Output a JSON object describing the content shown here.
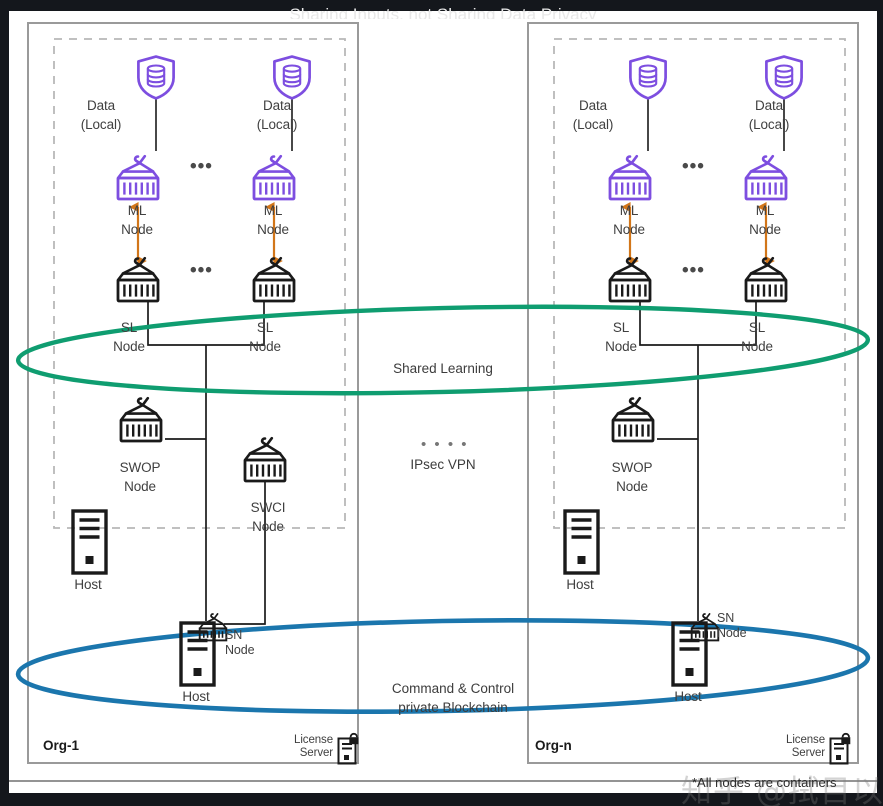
{
  "diagram": {
    "title_partial": "Sharing Inputs, not Sharing Data Privacy",
    "footnote": "*All nodes are containers",
    "watermark": "知乎 @拭目以待",
    "colors": {
      "purple": "#7d4ee0",
      "black": "#1a1a1a",
      "orange": "#d2761a",
      "green": "#0f9d70",
      "blue": "#1b76ad",
      "gray_border": "#9a9a9a",
      "dashed_border": "#b8b8b8",
      "text": "#404040",
      "page_bg": "#ffffff",
      "frame_bg": "#14171c"
    }
  },
  "labels": {
    "data_local": "Data\n(Local)",
    "ml_node": "ML\nNode",
    "sl_node": "SL\nNode",
    "swop_node": "SWOP\nNode",
    "swci_node": "SWCI\nNode",
    "sn_node": "SN\nNode",
    "host": "Host",
    "license_server": "License\nServer",
    "ellipsis": "•••",
    "vpn_dots": "• • • •"
  },
  "orgs": [
    {
      "id": "org-1",
      "name": "Org-1",
      "data_nodes": [
        {
          "data_label": "Data\n(Local)",
          "ml_label": "ML\nNode",
          "sl_label": "SL\nNode"
        },
        {
          "data_label": "Data\n(Local)",
          "ml_label": "ML\nNode",
          "sl_label": "SL\nNode"
        }
      ],
      "swop_label": "SWOP\nNode",
      "swci_label": "SWCI\nNode",
      "has_swci": true,
      "host_label": "Host",
      "sn_label": "SN\nNode",
      "sn_host_label": "Host",
      "license_label": "License\nServer"
    },
    {
      "id": "org-n",
      "name": "Org-n",
      "data_nodes": [
        {
          "data_label": "Data\n(Local)",
          "ml_label": "ML\nNode",
          "sl_label": "SL\nNode"
        },
        {
          "data_label": "Data\n(Local)",
          "ml_label": "ML\nNode",
          "sl_label": "SL\nNode"
        }
      ],
      "swop_label": "SWOP\nNode",
      "swci_label": "",
      "has_swci": false,
      "host_label": "Host",
      "sn_label": "SN\nNode",
      "sn_host_label": "Host",
      "license_label": "License\nServer"
    }
  ],
  "overlays": {
    "shared_learning": "Shared Learning",
    "ipsec_vpn": "IPsec VPN",
    "blockchain": "Command & Control\nprivate Blockchain"
  }
}
